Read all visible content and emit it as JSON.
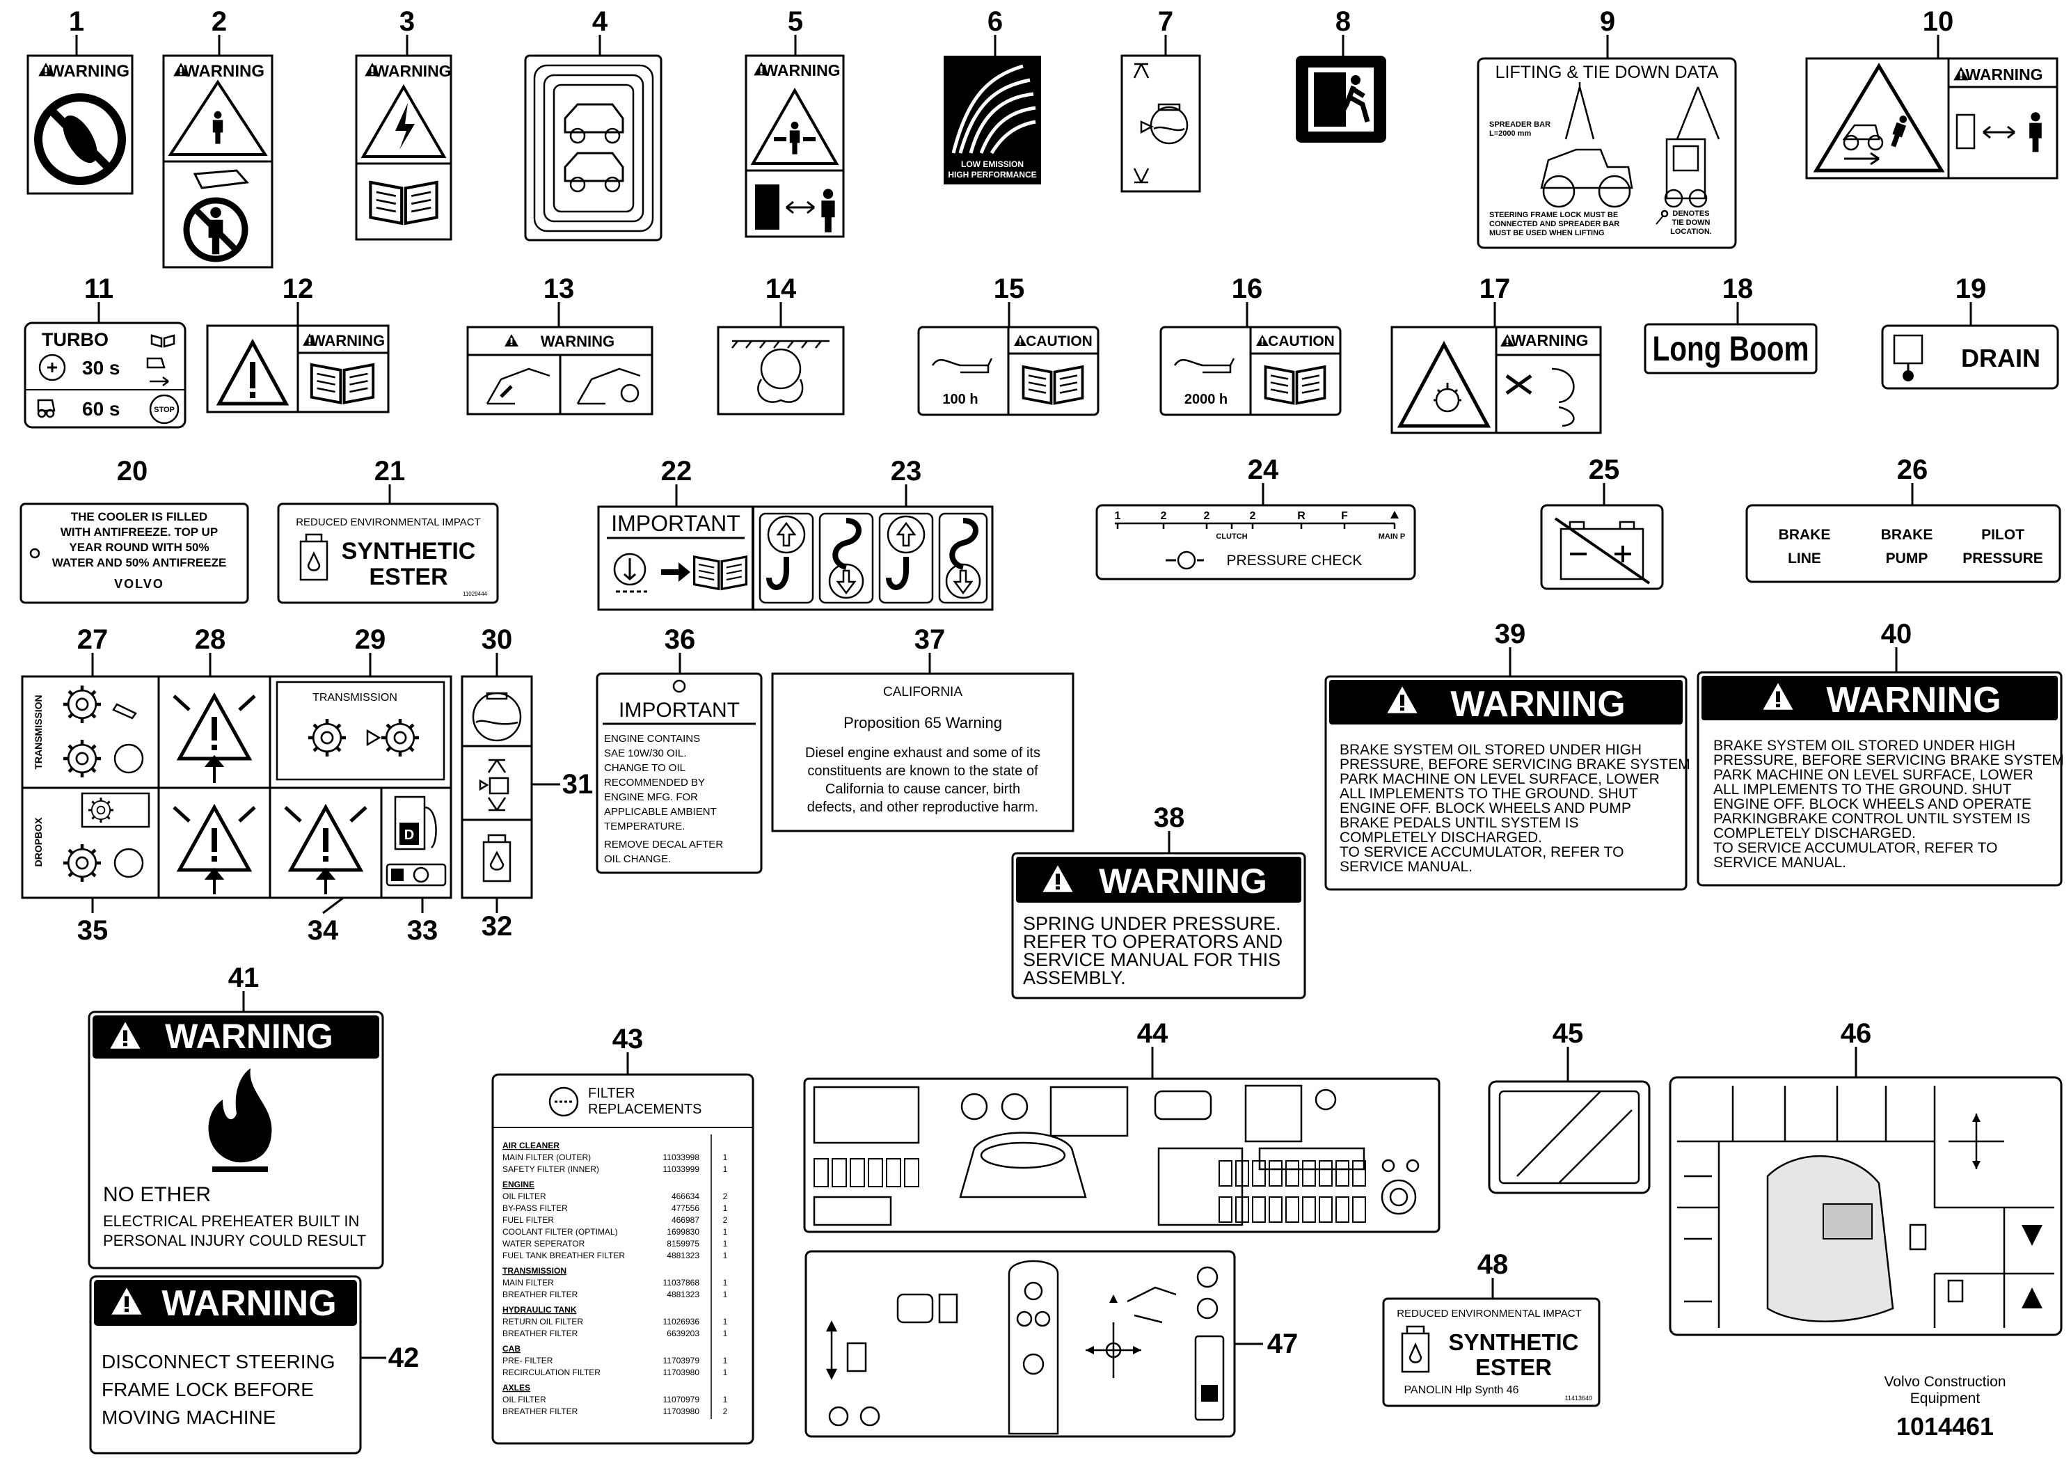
{
  "callouts": [
    "1",
    "2",
    "3",
    "4",
    "5",
    "6",
    "7",
    "8",
    "9",
    "10",
    "11",
    "12",
    "13",
    "14",
    "15",
    "16",
    "17",
    "18",
    "19",
    "20",
    "21",
    "22",
    "23",
    "24",
    "25",
    "26",
    "27",
    "28",
    "29",
    "30",
    "31",
    "32",
    "33",
    "34",
    "35",
    "36",
    "37",
    "38",
    "39",
    "40",
    "41",
    "42",
    "43",
    "44",
    "45",
    "46",
    "47",
    "48"
  ],
  "labels": {
    "warning": "WARNING",
    "caution": "CAUTION",
    "important": "IMPORTANT",
    "low_emission_1": "LOW EMISSION",
    "low_emission_2": "HIGH PERFORMANCE",
    "lifting_title": "LIFTING & TIE DOWN DATA",
    "spreader_1": "SPREADER BAR",
    "spreader_2": "L=2000 mm",
    "steering_1": "STEERING FRAME LOCK MUST BE",
    "steering_2": "CONNECTED AND SPREADER BAR",
    "steering_3": "MUST BE USED WHEN LIFTING",
    "denotes_1": "DENOTES",
    "denotes_2": "TIE DOWN",
    "denotes_3": "LOCATION.",
    "turbo": "TURBO",
    "turbo_30": "30 s",
    "turbo_60": "60 s",
    "stop": "STOP",
    "hours_100": "100 h",
    "hours_2000": "2000 h",
    "long_boom": "Long Boom",
    "drain": "DRAIN",
    "cooler_1": "THE COOLER IS FILLED",
    "cooler_2": "WITH ANTIFREEZE. TOP UP",
    "cooler_3": "YEAR ROUND WITH 50%",
    "cooler_4": "WATER AND 50% ANTIFREEZE",
    "volvo": "VOLVO",
    "reduced_impact": "REDUCED ENVIRONMENTAL IMPACT",
    "synthetic": "SYNTHETIC",
    "ester": "ESTER",
    "part_21": "11029444",
    "pressure_marks": [
      "1",
      "2",
      "2",
      "2",
      "R",
      "F"
    ],
    "clutch": "CLUTCH",
    "main_p": "MAIN P",
    "pressure_check": "PRESSURE CHECK",
    "brake_line_1": "BRAKE",
    "brake_line_2": "LINE",
    "brake_pump_1": "BRAKE",
    "brake_pump_2": "PUMP",
    "pilot_1": "PILOT",
    "pilot_2": "PRESSURE",
    "transmission_side": "TRANSMISSION",
    "dropbox_side": "DROPBOX",
    "transmission_29": "TRANSMISSION",
    "engine_oil": [
      "ENGINE CONTAINS",
      "SAE 10W/30 OIL.",
      "CHANGE TO OIL",
      "RECOMMENDED BY",
      "ENGINE MFG. FOR",
      "APPLICABLE AMBIENT",
      "TEMPERATURE.",
      "REMOVE DECAL AFTER",
      "OIL CHANGE."
    ],
    "california": "CALIFORNIA",
    "prop65": "Proposition 65 Warning",
    "prop65_text": [
      "Diesel engine exhaust and some of its",
      "constituents are known to the state of",
      "California to cause cancer, birth",
      "defects, and other reproductive harm."
    ],
    "spring_text": [
      "SPRING UNDER PRESSURE.",
      "REFER TO OPERATORS AND",
      "SERVICE MANUAL FOR THIS",
      "ASSEMBLY."
    ],
    "brake39_text": [
      "BRAKE SYSTEM OIL STORED UNDER HIGH",
      "PRESSURE, BEFORE SERVICING BRAKE SYSTEM",
      "PARK MACHINE ON LEVEL SURFACE, LOWER",
      "ALL IMPLEMENTS TO THE GROUND. SHUT",
      "ENGINE OFF. BLOCK WHEELS AND PUMP",
      "BRAKE PEDALS UNTIL SYSTEM IS",
      "COMPLETELY DISCHARGED.",
      "TO SERVICE ACCUMULATOR, REFER TO",
      "SERVICE MANUAL."
    ],
    "brake40_text": [
      "BRAKE SYSTEM OIL STORED UNDER HIGH",
      "PRESSURE, BEFORE SERVICING BRAKE SYSTEM",
      "PARK MACHINE ON LEVEL SURFACE, LOWER",
      "ALL IMPLEMENTS TO THE GROUND. SHUT",
      "ENGINE OFF. BLOCK WHEELS AND OPERATE",
      "PARKINGBRAKE CONTROL UNTIL SYSTEM IS",
      "COMPLETELY DISCHARGED.",
      "TO SERVICE ACCUMULATOR, REFER TO",
      "SERVICE MANUAL."
    ],
    "no_ether": "NO ETHER",
    "ether_1": "ELECTRICAL PREHEATER BUILT IN",
    "ether_2": "PERSONAL INJURY COULD RESULT",
    "steering_lock": [
      "DISCONNECT STEERING",
      "FRAME LOCK BEFORE",
      "MOVING MACHINE"
    ],
    "filter_title_1": "FILTER",
    "filter_title_2": "REPLACEMENTS",
    "filters": [
      {
        "name": "AIR CLEANER",
        "part": "",
        "qty": "",
        "head": true
      },
      {
        "name": "MAIN FILTER (OUTER)",
        "part": "11033998",
        "qty": "1"
      },
      {
        "name": "SAFETY FILTER (INNER)",
        "part": "11033999",
        "qty": "1"
      },
      {
        "name": "ENGINE",
        "part": "",
        "qty": "",
        "head": true
      },
      {
        "name": "OIL FILTER",
        "part": "466634",
        "qty": "2"
      },
      {
        "name": "BY-PASS FILTER",
        "part": "477556",
        "qty": "1"
      },
      {
        "name": "FUEL FILTER",
        "part": "466987",
        "qty": "2"
      },
      {
        "name": "COOLANT FILTER (OPTIMAL)",
        "part": "1699830",
        "qty": "1"
      },
      {
        "name": "WATER SEPERATOR",
        "part": "8159975",
        "qty": "1"
      },
      {
        "name": "FUEL TANK BREATHER FILTER",
        "part": "4881323",
        "qty": "1"
      },
      {
        "name": "TRANSMISSION",
        "part": "",
        "qty": "",
        "head": true
      },
      {
        "name": "MAIN FILTER",
        "part": "11037868",
        "qty": "1"
      },
      {
        "name": "BREATHER FILTER",
        "part": "4881323",
        "qty": "1"
      },
      {
        "name": "HYDRAULIC TANK",
        "part": "",
        "qty": "",
        "head": true
      },
      {
        "name": "RETURN OIL FILTER",
        "part": "11026936",
        "qty": "1"
      },
      {
        "name": "BREATHER FILTER",
        "part": "6639203",
        "qty": "1"
      },
      {
        "name": "CAB",
        "part": "",
        "qty": "",
        "head": true
      },
      {
        "name": "PRE- FILTER",
        "part": "11703979",
        "qty": "1"
      },
      {
        "name": "RECIRCULATION FILTER",
        "part": "11703980",
        "qty": "1"
      },
      {
        "name": "AXLES",
        "part": "",
        "qty": "",
        "head": true
      },
      {
        "name": "OIL FILTER",
        "part": "11070979",
        "qty": "1"
      },
      {
        "name": "BREATHER FILTER",
        "part": "11703980",
        "qty": "2"
      }
    ],
    "panolin": "PANOLIN Hlp Synth 46",
    "part_48": "11413640",
    "company_1": "Volvo Construction",
    "company_2": "Equipment",
    "drawing_no": "1014461"
  },
  "colors": {
    "ink": "#000000",
    "paper": "#ffffff",
    "fill": "#bbbbbb"
  }
}
